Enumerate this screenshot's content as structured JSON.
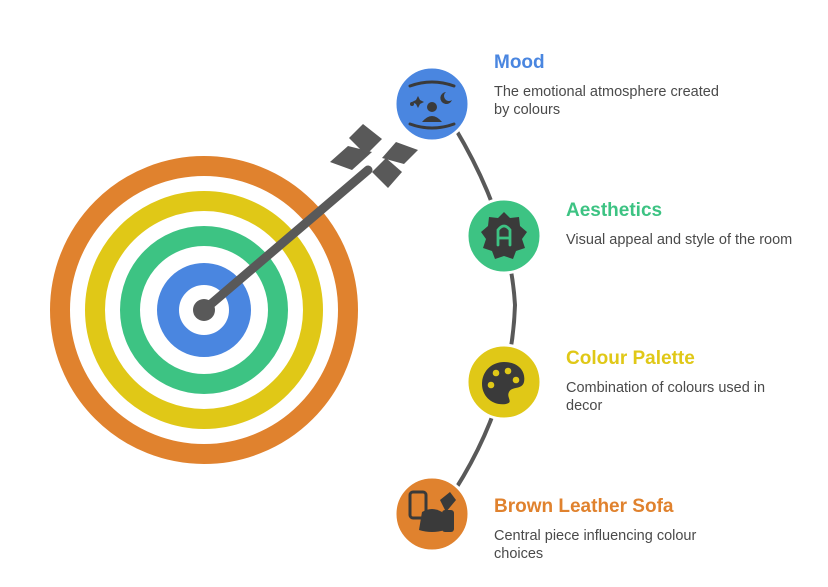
{
  "colors": {
    "mood": "#4a86e0",
    "aesthetics": "#3dc383",
    "palette": "#e0c817",
    "sofa": "#e0822e",
    "arrow": "#595959",
    "ring_outer": "#e0822e",
    "ring_yellow": "#e0c817",
    "ring_green": "#3dc383",
    "ring_blue": "#4a86e0"
  },
  "items": [
    {
      "key": "mood",
      "title": "Mood",
      "description": "The emotional atmosphere created by colours",
      "icon": "mood-icon"
    },
    {
      "key": "aesthetics",
      "title": "Aesthetics",
      "description": "Visual appeal and style of the room",
      "icon": "letter-a-badge-icon"
    },
    {
      "key": "palette",
      "title": "Colour Palette",
      "description": "Combination of colours used in decor",
      "icon": "paint-palette-icon"
    },
    {
      "key": "sofa",
      "title": "Brown Leather Sofa",
      "description": "Central piece influencing colour choices",
      "icon": "sofa-icon"
    }
  ]
}
